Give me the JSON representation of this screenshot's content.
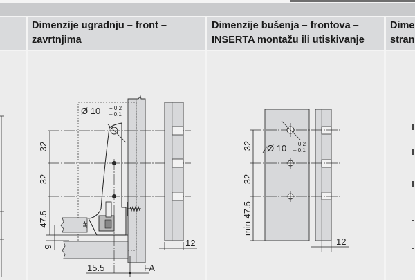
{
  "headers": [
    {
      "line1": "",
      "line2": ""
    },
    {
      "line1": "Dimenzije ugradnju – front –",
      "line2": "zavrtnjima"
    },
    {
      "line1": "Dimenzije bušenja – frontova –",
      "line2": "INSERTA montažu ili utiskivanje"
    },
    {
      "line1": "Dime",
      "line2": "stran"
    }
  ],
  "drawing_screws": {
    "hole_diameter": "Ø 10",
    "tol_plus": "+ 0.2",
    "tol_minus": "– 0.1",
    "dim_a": "32",
    "dim_b": "32",
    "dim_c": "47.5",
    "dim_d": "9",
    "dim_offset": "15.5",
    "dim_fa": "FA",
    "dim_thickness": "12"
  },
  "drawing_inserta": {
    "hole_diameter": "Ø 10",
    "tol_plus": "+ 0.2",
    "tol_minus": "– 0.1",
    "dim_a": "32",
    "dim_b": "32",
    "dim_c": "min 47.5",
    "dim_thickness": "12"
  },
  "colors": {
    "header_band": "#c9cacc",
    "header_cell": "#d9dadc",
    "body": "#ececec",
    "part": "#d7d8da"
  }
}
